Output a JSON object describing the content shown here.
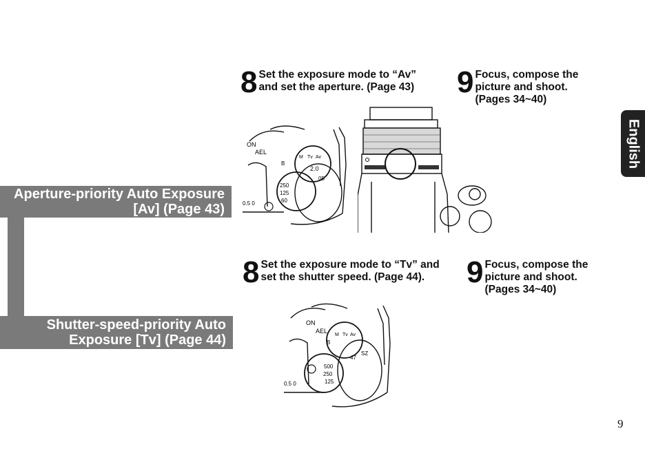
{
  "sections": {
    "aperture": {
      "title_line1": "Aperture-priority Auto Exposure",
      "title_line2": "[Av] (Page 43)"
    },
    "shutter": {
      "title_line1": "Shutter-speed-priority Auto",
      "title_line2": "Exposure [Tv] (Page 44)"
    }
  },
  "steps": {
    "av_8": {
      "number": "8",
      "line1": "Set the exposure mode to “Av”",
      "line2": "and set the aperture. (Page 43)"
    },
    "av_9": {
      "number": "9",
      "line1": "Focus, compose the",
      "line2": "picture and shoot.",
      "line3": "(Pages 34~40)"
    },
    "tv_8": {
      "number": "8",
      "line1": "Set the exposure mode to “Tv” and",
      "line2": "set the shutter speed. (Page 44)."
    },
    "tv_9": {
      "number": "9",
      "line1": "Focus, compose the",
      "line2": "picture and shoot.",
      "line3": "(Pages 34~40)"
    }
  },
  "dial_labels": {
    "on": "ON",
    "ael": "AEL",
    "b": "B",
    "m": "M",
    "tv": "Tv",
    "av": "Av",
    "av_shutter_values": [
      "250",
      "125",
      "60"
    ],
    "av_aperture_values": [
      "2.0",
      "05"
    ],
    "tv_shutter_values": [
      "500",
      "250",
      "125"
    ],
    "tv_aperture_values": [
      "47",
      "SZ"
    ],
    "ev_scale": "0.5 0"
  },
  "language_tab": "English",
  "page_number": "9"
}
